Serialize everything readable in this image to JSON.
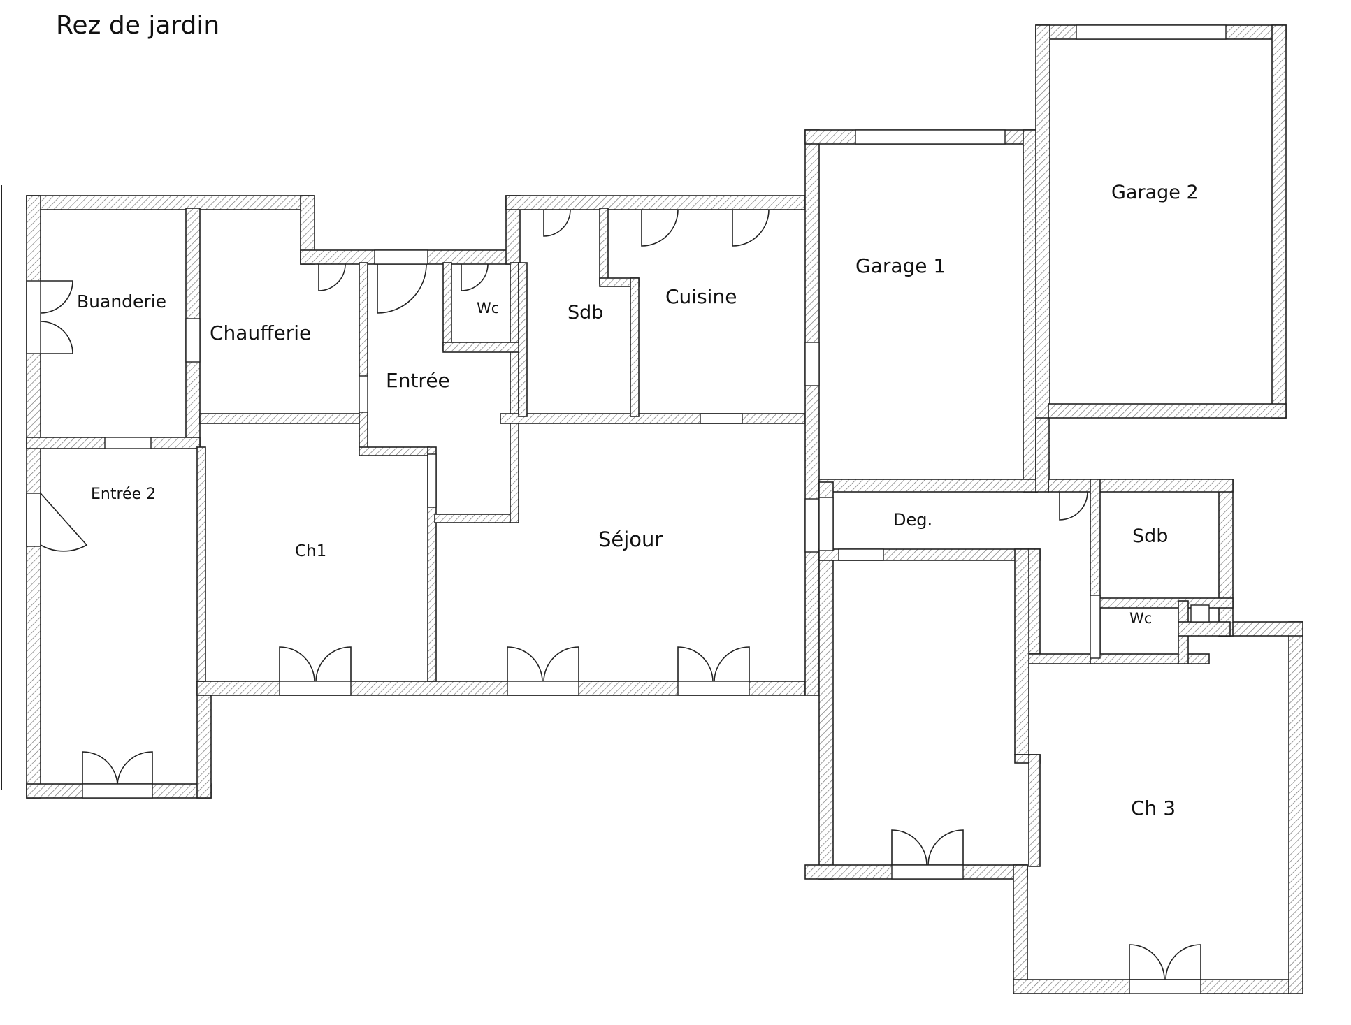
{
  "title": "Rez de jardin",
  "rooms": {
    "buanderie": "Buanderie",
    "chaufferie": "Chaufferie",
    "entree": "Entrée",
    "wc1": "Wc",
    "sdb1": "Sdb",
    "cuisine": "Cuisine",
    "garage1": "Garage 1",
    "garage2": "Garage 2",
    "entree2": "Entrée 2",
    "ch1": "Ch1",
    "sejour": "Séjour",
    "deg": "Deg.",
    "sdb2": "Sdb",
    "wc2": "Wc",
    "ch3": "Ch 3"
  },
  "colors": {
    "wall_line": "#222222",
    "hatch": "#777777",
    "background": "#ffffff"
  }
}
